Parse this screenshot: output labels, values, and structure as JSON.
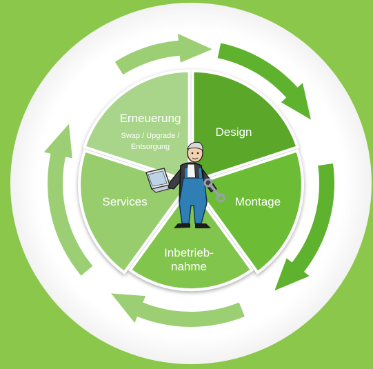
{
  "colors": {
    "background": "#8bc74a",
    "ring": "#ffffff",
    "design": "#5aa72a",
    "montage": "#6cbd34",
    "inbetriebnahme": "#82c54e",
    "services": "#98cd6e",
    "erneuerung": "#a9d58a",
    "arrow_dark": "#5fb22e",
    "arrow_light": "#9ccf73"
  },
  "segments": [
    {
      "key": "design",
      "label": "Design"
    },
    {
      "key": "montage",
      "label": "Montage"
    },
    {
      "key": "inbetriebnahme",
      "label_line1": "Inbetrieb-",
      "label_line2": "nahme"
    },
    {
      "key": "services",
      "label": "Services"
    },
    {
      "key": "erneuerung",
      "label": "Erneuerung",
      "sub_line1": "Swap / Upgrade /",
      "sub_line2": "Entsorgung"
    }
  ],
  "center": {
    "figure": "technician-with-laptop-and-wrench"
  }
}
